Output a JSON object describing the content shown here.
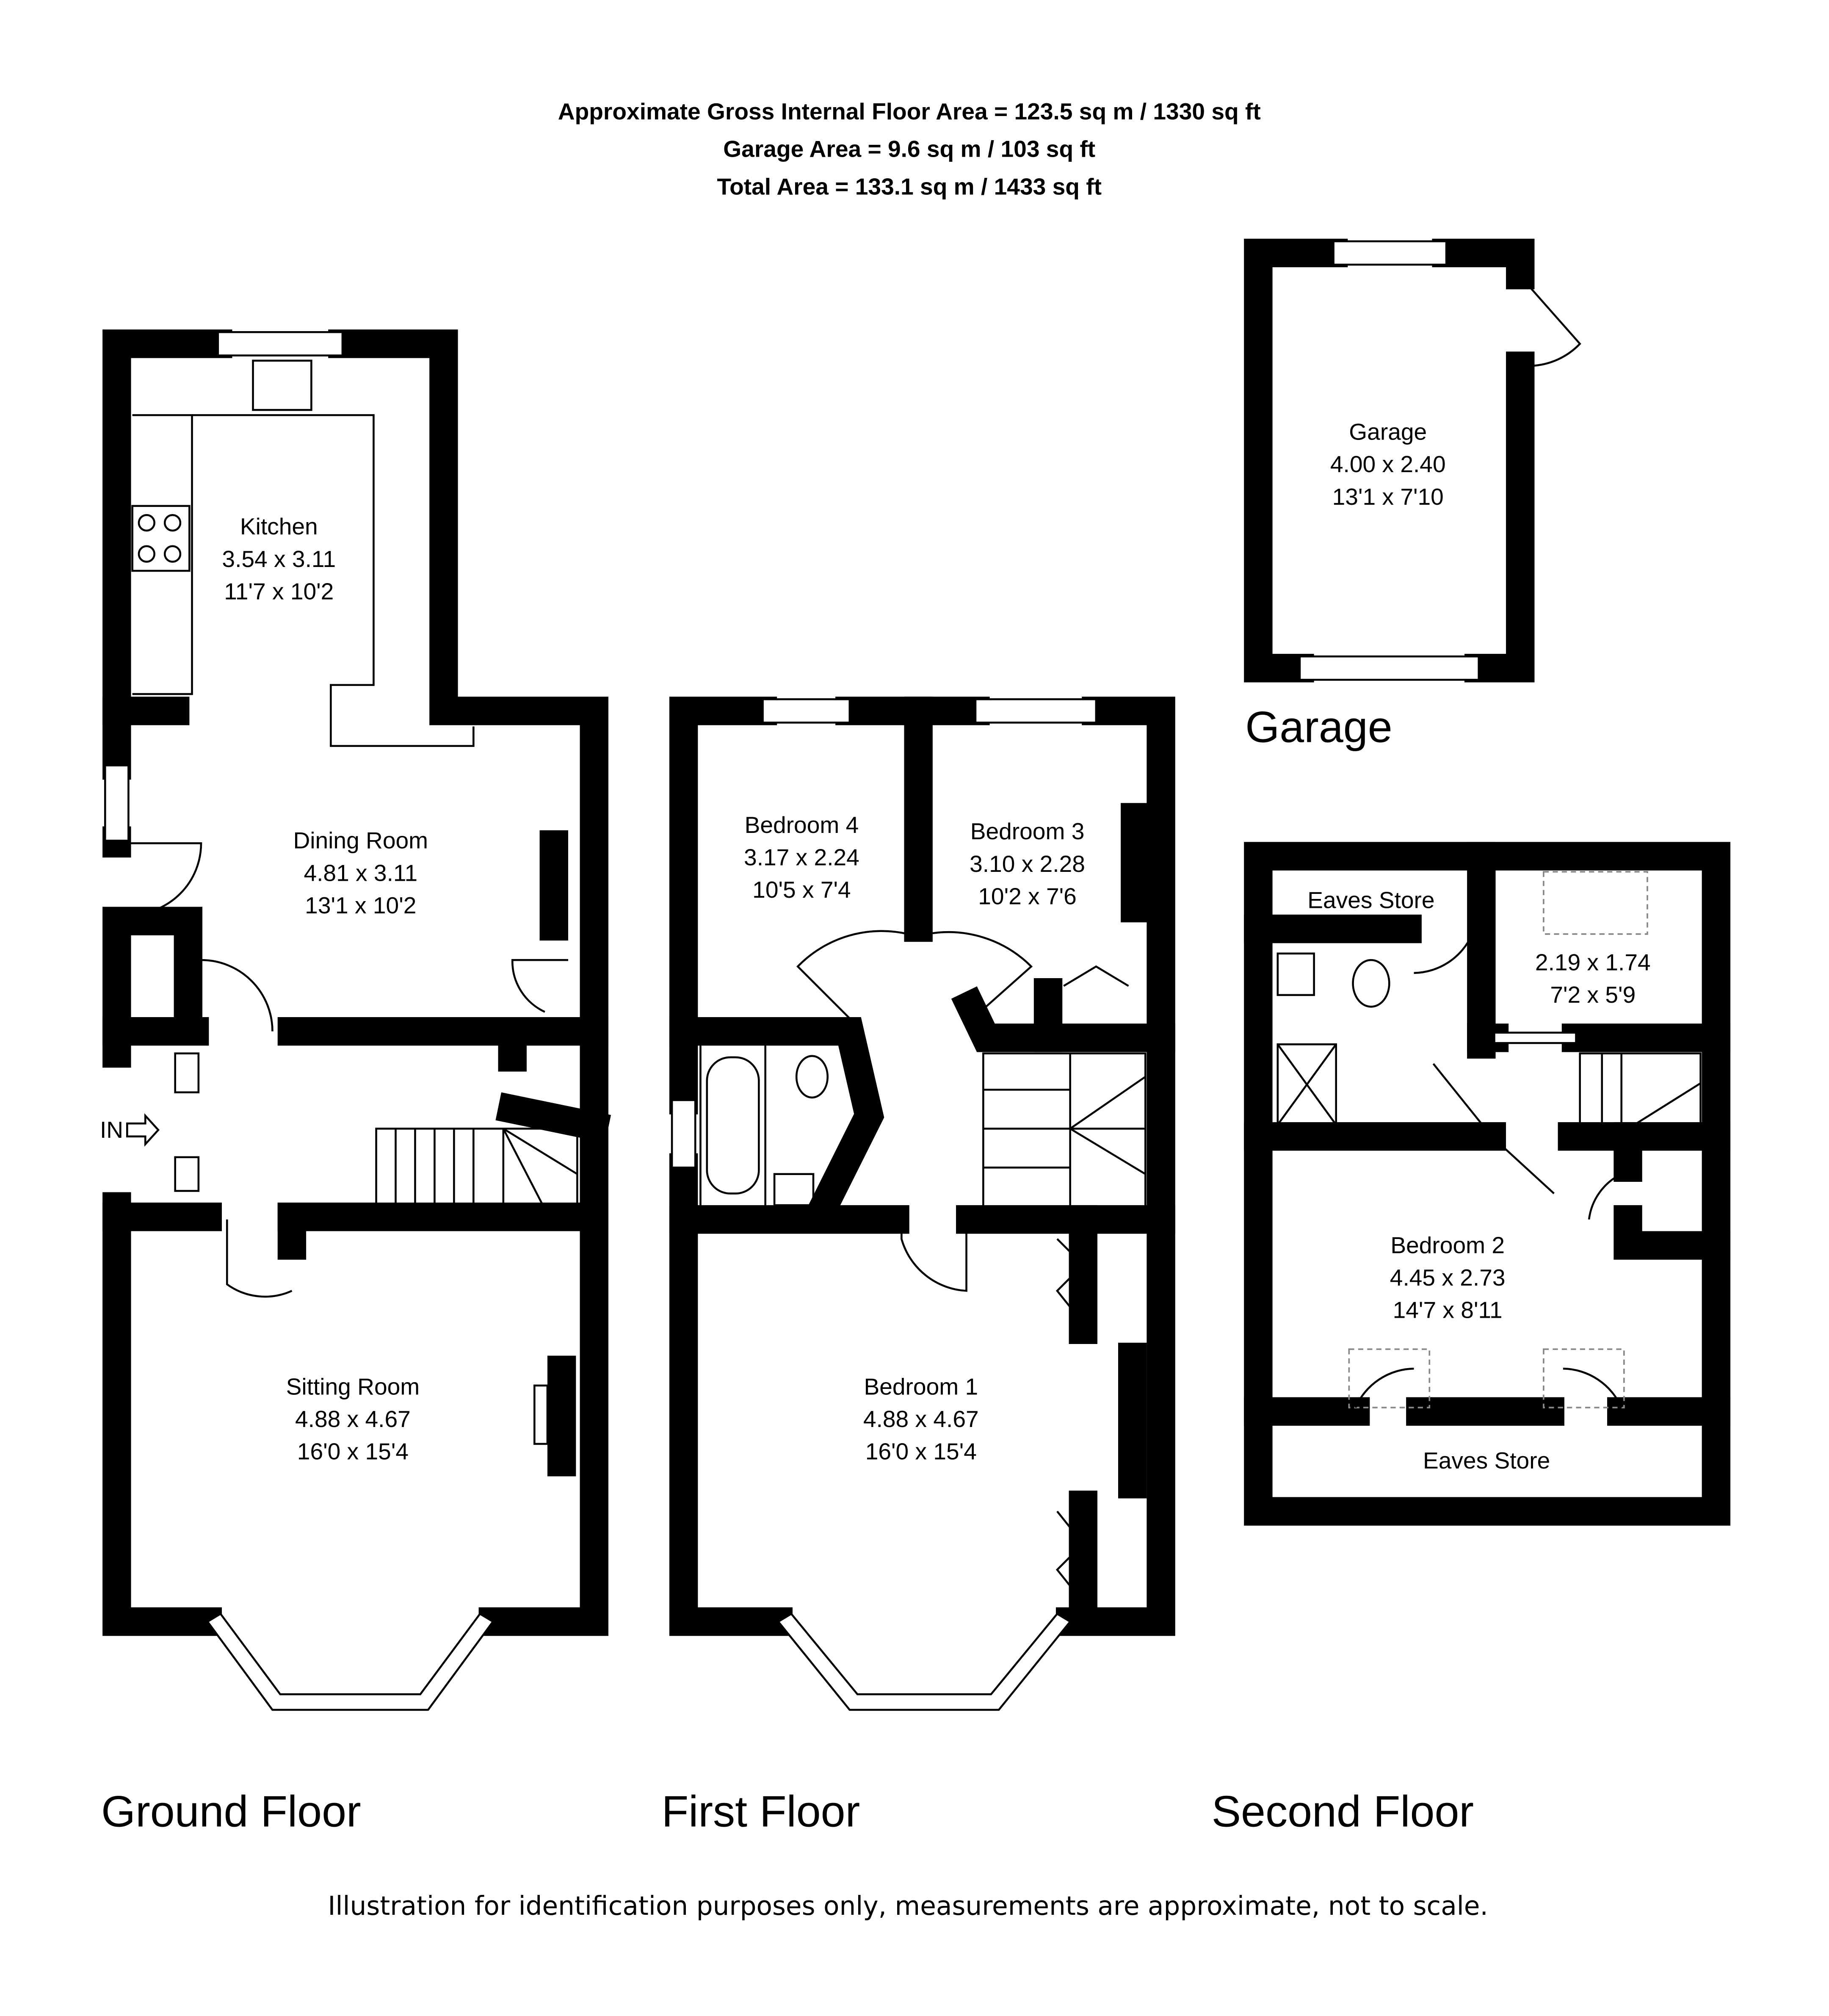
{
  "header": {
    "line1": "Approximate Gross Internal Floor Area  = 123.5 sq m  / 1330 sq ft",
    "line2": "Garage Area  = 9.6 sq m  / 103 sq ft",
    "line3": "Total Area  = 133.1 sq m  / 1433 sq ft"
  },
  "floors": {
    "ground": "Ground Floor",
    "first": "First Floor",
    "second": "Second Floor",
    "garage": "Garage"
  },
  "entrance_label": "IN",
  "rooms": {
    "kitchen": {
      "name": "Kitchen",
      "metric": "3.54 x 3.11",
      "imperial": "11'7 x 10'2"
    },
    "dining": {
      "name": "Dining Room",
      "metric": "4.81 x 3.11",
      "imperial": "13'1 x 10'2"
    },
    "sitting": {
      "name": "Sitting Room",
      "metric": "4.88 x 4.67",
      "imperial": "16'0 x 15'4"
    },
    "bedroom4": {
      "name": "Bedroom 4",
      "metric": "3.17 x 2.24",
      "imperial": "10'5 x 7'4"
    },
    "bedroom3": {
      "name": "Bedroom 3",
      "metric": "3.10 x 2.28",
      "imperial": "10'2 x 7'6"
    },
    "bedroom1": {
      "name": "Bedroom 1",
      "metric": "4.88 x 4.67",
      "imperial": "16'0 x 15'4"
    },
    "garage": {
      "name": "Garage",
      "metric": "4.00 x 2.40",
      "imperial": "13'1 x 7'10"
    },
    "eaves_top": {
      "name": "Eaves Store"
    },
    "small_room": {
      "metric": "2.19 x 1.74",
      "imperial": "7'2 x 5'9"
    },
    "bedroom2": {
      "name": "Bedroom 2",
      "metric": "4.45 x 2.73",
      "imperial": "14'7 x 8'11"
    },
    "eaves_bottom": {
      "name": "Eaves Store"
    }
  },
  "footer": "Illustration for identification purposes only, measurements are approximate, not to scale."
}
